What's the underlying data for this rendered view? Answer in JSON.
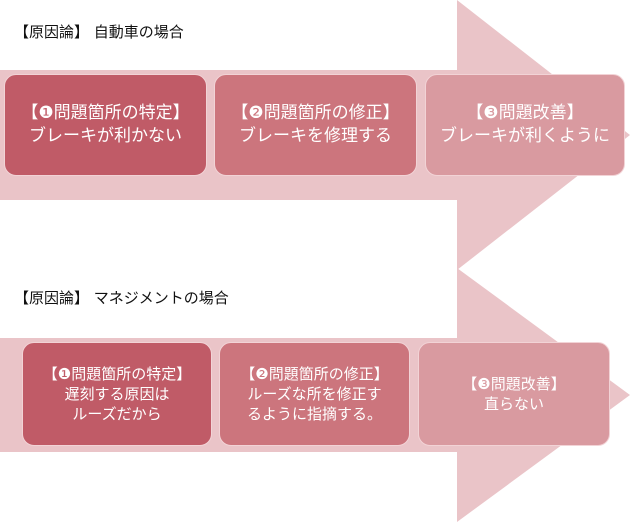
{
  "colors": {
    "arrow": "#eac4c8",
    "step1": "#c05b67",
    "step2": "#cc757d",
    "step3": "#d99aa0",
    "border": "#f2d3d6",
    "text": "#ffffff"
  },
  "section1": {
    "title": "【原因論】 自動車の場合",
    "steps": [
      {
        "heading": "【❶問題箇所の特定】",
        "lines": [
          "ブレーキが利かない"
        ]
      },
      {
        "heading": "【❷問題箇所の修正】",
        "lines": [
          "ブレーキを修理する"
        ]
      },
      {
        "heading": "【❸問題改善】",
        "lines": [
          "ブレーキが利くように"
        ]
      }
    ]
  },
  "section2": {
    "title": "【原因論】 マネジメントの場合",
    "steps": [
      {
        "heading": "【❶問題箇所の特定】",
        "lines": [
          "遅刻する原因は",
          "ルーズだから"
        ]
      },
      {
        "heading": "【❷問題箇所の修正】",
        "lines": [
          "ルーズな所を修正す",
          "るように指摘する。"
        ]
      },
      {
        "heading": "【❸問題改善】",
        "lines": [
          "直らない"
        ]
      }
    ]
  }
}
